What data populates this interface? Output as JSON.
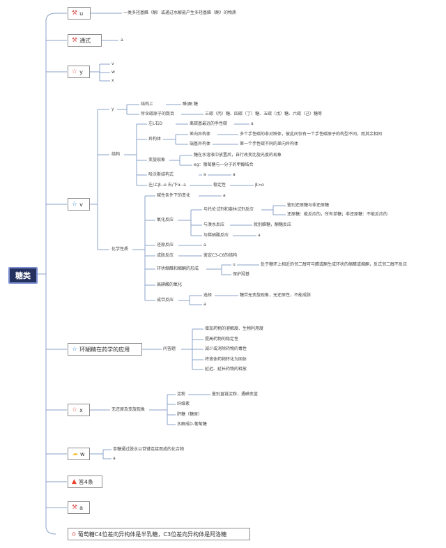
{
  "root": {
    "label": "糖类"
  },
  "icons": {
    "tools": "tools-icon",
    "star_filled": "star-outline-red-icon",
    "star_blue": "star-outline-blue-icon",
    "cloud": "cloud-icon",
    "fire": "fire-icon",
    "house": "house-icon"
  },
  "colors": {
    "root_bg": "#24315f",
    "root_border": "#7d8fd1",
    "line": "#8aa0c8"
  },
  "branches": {
    "b1": {
      "label": "u",
      "desc": "一类多羟基醛（酮）或通过水解能产生多羟基醛（酮）的物质"
    },
    "b2": {
      "label": "通式",
      "desc": "a"
    },
    "b3": {
      "label": "y",
      "items": [
        "v",
        "w",
        "x"
      ]
    },
    "b4": {
      "label": "v",
      "struct_group": {
        "label": "y",
        "c1": {
          "label": "结构上",
          "value": "醛/酮 糖"
        },
        "c2": {
          "label": "所含碳原子的数目",
          "value": "三碳（丙）糖、四碳（丁）糖、五碳（戊）糖、六碳（己）糖等"
        }
      },
      "jiegou": {
        "label": "结构",
        "s1": {
          "label": "左L右D",
          "value": "离碳基最远的手性碳",
          "extra": "a"
        },
        "s2": {
          "label": "异构体",
          "a": {
            "label": "差向异构体",
            "value": "多个手性碳的非对映体，彼此间仅有一个手性碳原子的构型不同，而其余相同"
          },
          "b": {
            "label": "端基异构体",
            "value": "第一个手性碳不同的差向异构体"
          }
        },
        "s3": {
          "label": "变旋现象",
          "items": [
            "糖在水溶液中放置后，自行改变比旋光度的现象",
            "eg：葡萄糖与一分子的甲醇结合"
          ]
        },
        "s4": {
          "label": "哈沃斯结构式",
          "value": "a",
          "extra": "a"
        },
        "s5": {
          "label": "左/上β--e 右/下α--a",
          "value": "稳定性",
          "extra": "β>α"
        }
      },
      "huaxue": {
        "label": "化学性质",
        "h1": {
          "label": "碱性条件下的变化",
          "value": "a"
        },
        "h2": {
          "label": "氧化反应",
          "a": {
            "label": "与托伦试剂和斐林试剂反应",
            "items": [
              "鉴别还原糖与非还原糖",
              "还原糖：能反应的，所有单糖；非还原糖：不能反应的"
            ]
          },
          "b": {
            "label": "与溴水反应",
            "value": "就别醛糖，酮糖反应"
          },
          "c": {
            "label": "与稀硝酸反应",
            "value": "a"
          }
        },
        "h3": {
          "label": "还原反应",
          "value": "a"
        },
        "h4": {
          "label": "成脎反应",
          "value": "鉴定C3-C6的结构"
        },
        "h5": {
          "label": "环状缩醛和缩酮的形成",
          "u": "u",
          "items": [
            "处于糖环上相近的邻二醇可与醛或酮生成环状的缩醛或缩酮，反式邻二醇不反应",
            "保护羟基"
          ]
        },
        "h6": {
          "label": "高碘酸的氧化"
        },
        "h7": {
          "label": "成苷反应",
          "a": {
            "label": "选择",
            "value": "糖苷无变旋现象，无还原性，不能成脎"
          },
          "extra": "a"
        }
      }
    },
    "b5": {
      "label": "环糊精在药学的应用",
      "sub": "问答题",
      "items": [
        "增加药物的溶解度、生物利用度",
        "提高药物的稳定性",
        "减少或消除药物的毒性",
        "将液体药物转化为固体",
        "延迟、延长药物的释放"
      ]
    },
    "b6": {
      "label": "x",
      "sub": "无还原及变旋现象",
      "items": [
        {
          "label": "淀粉",
          "value": "鉴别直链淀粉，遇碘变蓝"
        },
        {
          "label": "纤维素"
        },
        {
          "label": "肝糖（糖原）"
        },
        {
          "label": "水解成D-葡萄糖"
        }
      ]
    },
    "b7": {
      "label": "w",
      "items": [
        "单糖通过脱水以苷键连接而成的化合物",
        "a"
      ]
    },
    "b8": {
      "label": "答4条"
    },
    "b9": {
      "label": "a"
    },
    "b10": {
      "label": "葡萄糖C4位差向异构体是半乳糖，C3位差向异构体是阿洛糖"
    }
  }
}
